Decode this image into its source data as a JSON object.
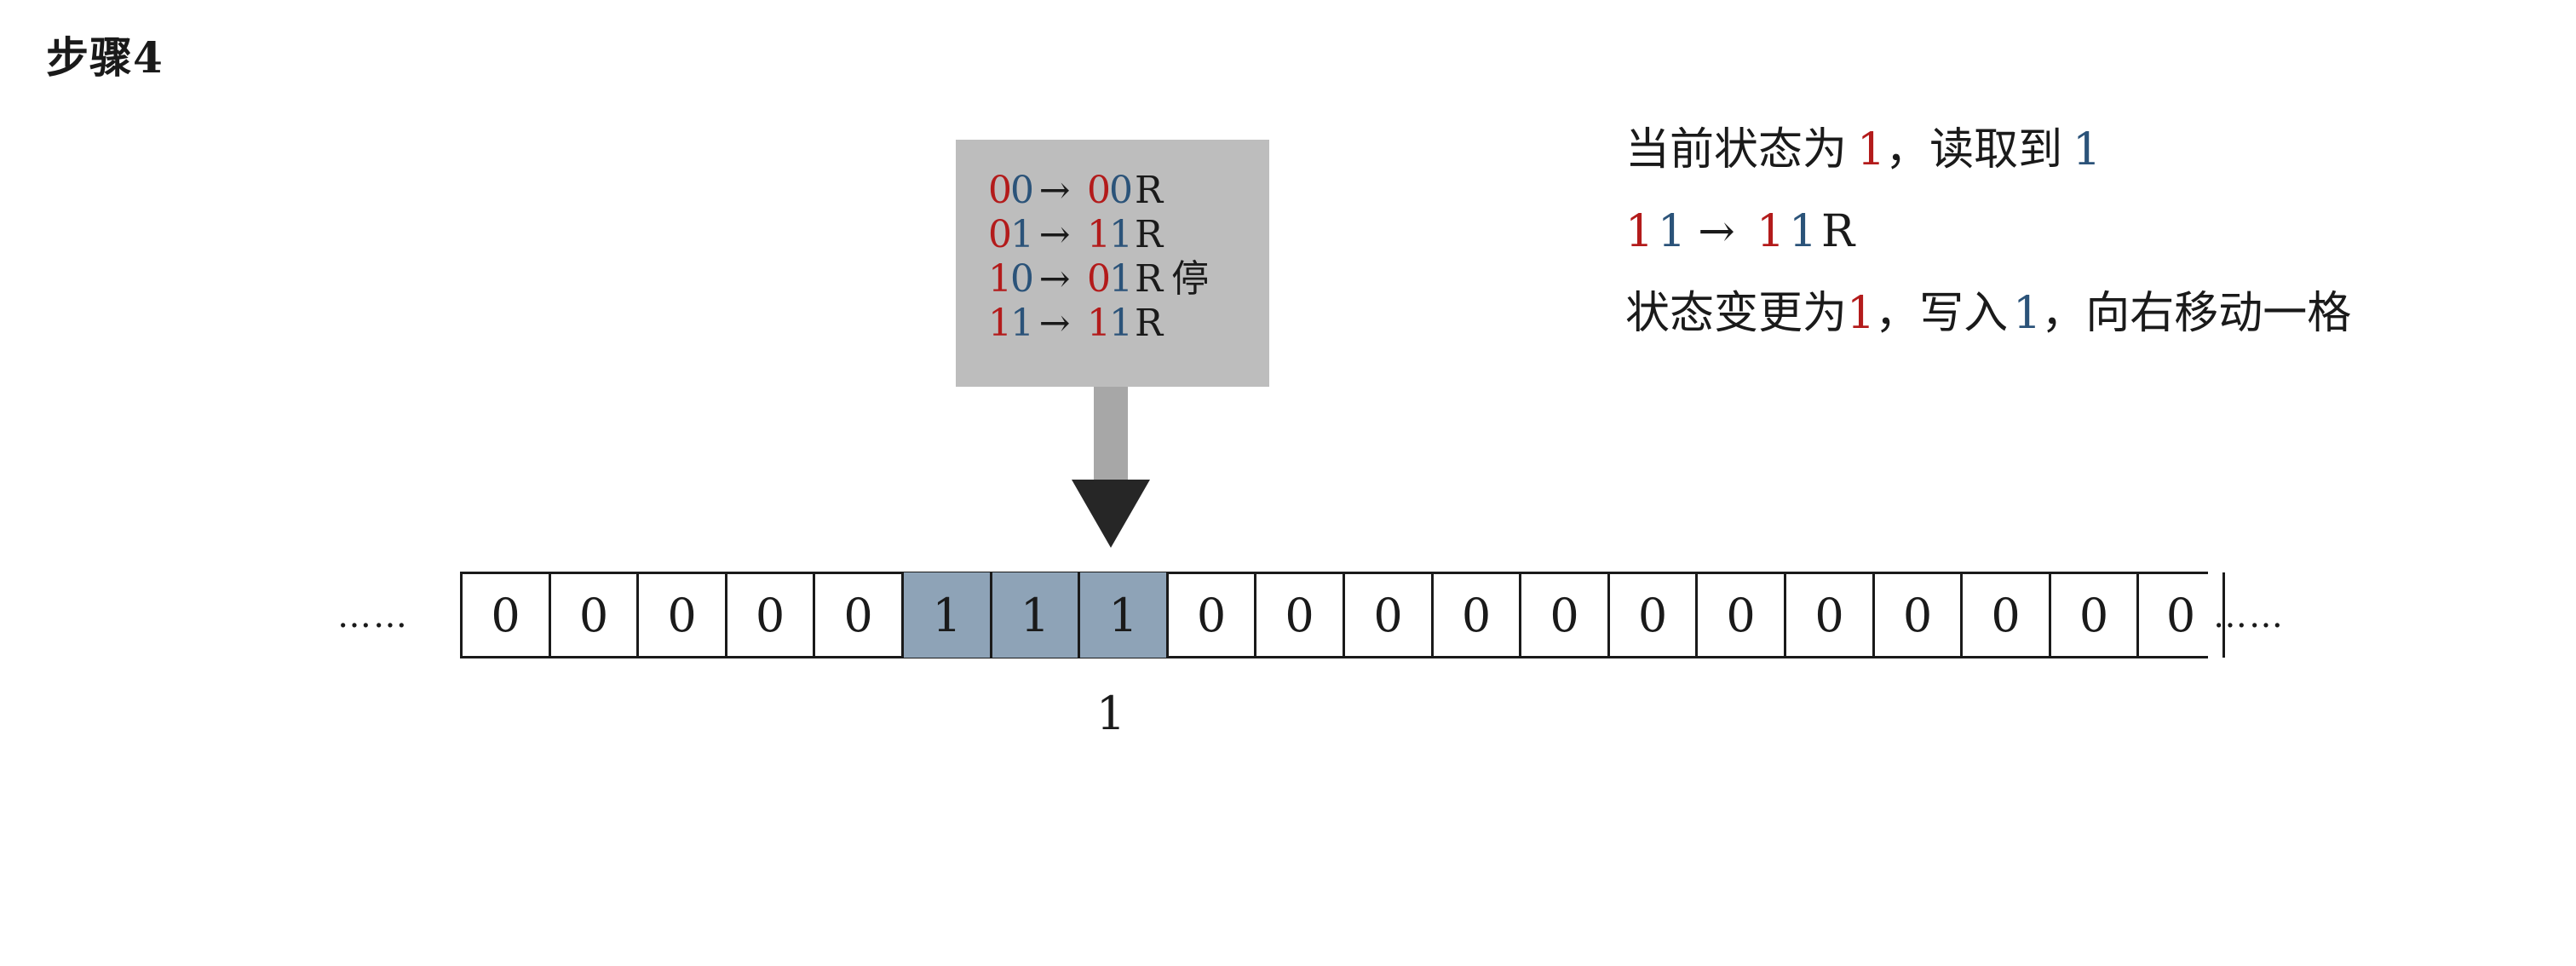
{
  "title": "步骤4",
  "rule_table": [
    {
      "state": "0",
      "read": "0",
      "arrow": "→",
      "new_state": "0",
      "write": "0",
      "move": "R",
      "halt": ""
    },
    {
      "state": "0",
      "read": "1",
      "arrow": "→",
      "new_state": "1",
      "write": "1",
      "move": "R",
      "halt": ""
    },
    {
      "state": "1",
      "read": "0",
      "arrow": "→",
      "new_state": "0",
      "write": "1",
      "move": "R",
      "halt": "停"
    },
    {
      "state": "1",
      "read": "1",
      "arrow": "→",
      "new_state": "1",
      "write": "1",
      "move": "R",
      "halt": ""
    }
  ],
  "tape": {
    "ellipsis_left": "……",
    "ellipsis_right": "……",
    "cells": [
      "0",
      "0",
      "0",
      "0",
      "0",
      "1",
      "1",
      "1",
      "0",
      "0",
      "0",
      "0",
      "0",
      "0",
      "0",
      "0",
      "0",
      "0",
      "0",
      "0"
    ],
    "head_index": 7,
    "head_state_label": "1"
  },
  "info": {
    "line1_prefix": "当前状态为",
    "line1_state": "1",
    "line1_middle": "，读取到",
    "line1_read": "1",
    "rule_state": "1",
    "rule_read": "1",
    "rule_arrow": "→",
    "rule_new_state": "1",
    "rule_write": "1",
    "rule_move": "R",
    "line3_prefix": "状态变更为",
    "line3_state": "1",
    "line3_middle": "，写入",
    "line3_write": "1",
    "line3_suffix": "，向右移动一格"
  },
  "colors": {
    "state": "#b31b1b",
    "symbol": "#2b5379",
    "tape_highlight": "#8ea3b7",
    "rule_box": "#bdbdbd",
    "arrow_shaft": "#a7a7a7",
    "arrow_head": "#262626"
  }
}
